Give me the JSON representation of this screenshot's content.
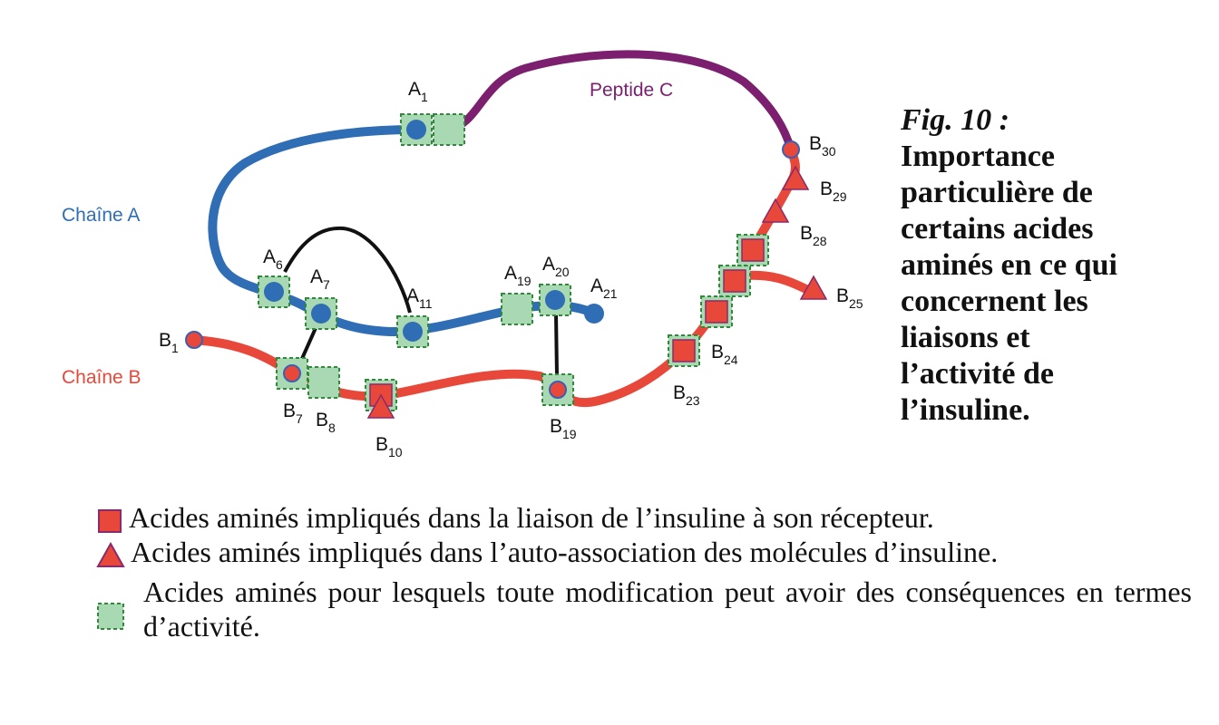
{
  "chains": {
    "a": "Chaîne A",
    "b": "Chaîne B",
    "c": "Peptide C"
  },
  "residues": {
    "A1": {
      "letter": "A",
      "num": "1"
    },
    "A6": {
      "letter": "A",
      "num": "6"
    },
    "A7": {
      "letter": "A",
      "num": "7"
    },
    "A11": {
      "letter": "A",
      "num": "11"
    },
    "A19": {
      "letter": "A",
      "num": "19"
    },
    "A20": {
      "letter": "A",
      "num": "20"
    },
    "A21": {
      "letter": "A",
      "num": "21"
    },
    "B1": {
      "letter": "B",
      "num": "1"
    },
    "B7": {
      "letter": "B",
      "num": "7"
    },
    "B8": {
      "letter": "B",
      "num": "8"
    },
    "B10": {
      "letter": "B",
      "num": "10"
    },
    "B19": {
      "letter": "B",
      "num": "19"
    },
    "B23": {
      "letter": "B",
      "num": "23"
    },
    "B24": {
      "letter": "B",
      "num": "24"
    },
    "B25": {
      "letter": "B",
      "num": "25"
    },
    "B28": {
      "letter": "B",
      "num": "28"
    },
    "B29": {
      "letter": "B",
      "num": "29"
    },
    "B30": {
      "letter": "B",
      "num": "30"
    }
  },
  "caption": {
    "fig": "Fig. 10 :",
    "lines": [
      "Importance",
      "particulière de",
      "certains acides",
      "aminés en ce qui",
      "concernent les",
      "liaisons et",
      "l’activité de",
      "l’insuline."
    ]
  },
  "legend": [
    {
      "icon": "red-square",
      "text": "Acides aminés impliqués dans la liaison de l’insuline à son récepteur."
    },
    {
      "icon": "red-triangle",
      "text": "Acides aminés impliqués dans l’auto-association des molécules d’insuline."
    },
    {
      "icon": "green-dashed-square",
      "text": "Acides aminés pour lesquels toute modification peut avoir des conséquences en termes d’activité."
    }
  ],
  "colors": {
    "chain_a": "#2f6db5",
    "chain_b": "#e8483a",
    "peptide_c": "#7b1f6e",
    "green_fill": "#a9d9b3",
    "green_border": "#2f8a3a"
  }
}
